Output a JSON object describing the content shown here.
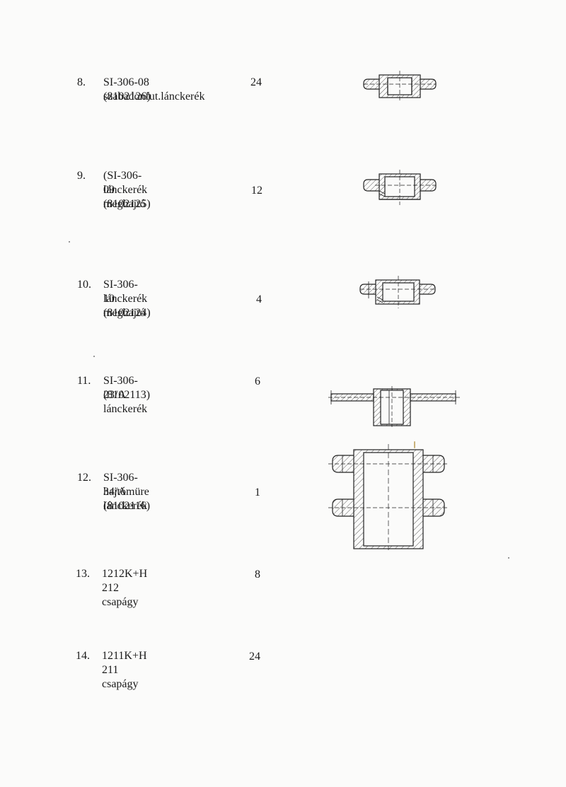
{
  "items": [
    {
      "number": "8.",
      "line1": "SI-306-08 szabadonfut.lánckerék",
      "line2": "(8102126)",
      "quantity": "24",
      "drawing": "freewheel-sprocket-drawing"
    },
    {
      "number": "9.",
      "line1": "(SI-306-09 meghajtó",
      "line2": "lánckerék (8102125)",
      "quantity": "12",
      "drawing": "drive-sprocket-09-drawing"
    },
    {
      "number": "10.",
      "line1": "SI-306-10 meghajtó",
      "line2": "lánckerék (8102124)",
      "quantity": "4",
      "drawing": "drive-sprocket-10-drawing"
    },
    {
      "number": "11.",
      "line1": "SI-306-23/A lánckerék",
      "line2": "(8102113)",
      "quantity": "6",
      "drawing": "sprocket-23a-drawing"
    },
    {
      "number": "12.",
      "line1": "SI-306-34/A lánckerék",
      "line2": "hajtómüre (8102116)",
      "quantity": "1",
      "drawing": "double-sprocket-34a-drawing"
    },
    {
      "number": "13.",
      "line1": "1212K+H 212 csapágy",
      "line2": "",
      "quantity": "8",
      "drawing": ""
    },
    {
      "number": "14.",
      "line1": "1211K+H 211 csapágy",
      "line2": "",
      "quantity": "24",
      "drawing": ""
    }
  ]
}
